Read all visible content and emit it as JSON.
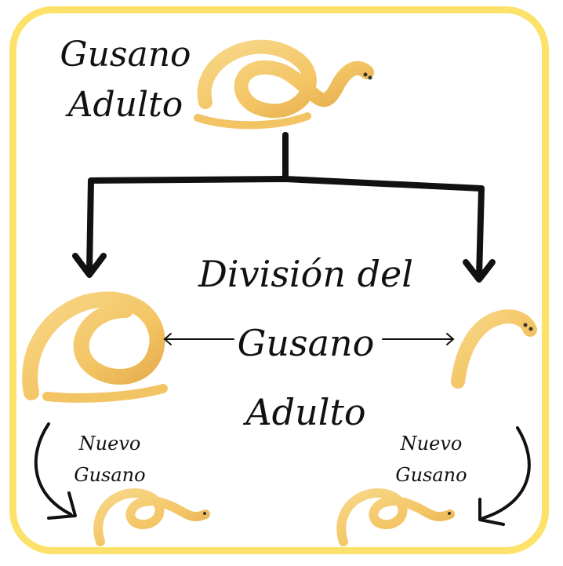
{
  "top_label": {
    "line1": "Gusano",
    "line2": "Adulto"
  },
  "center_label": {
    "line1": "División del",
    "line2": "Gusano",
    "line3": "Adulto"
  },
  "left_label": {
    "line1": "Nuevo",
    "line2": "Gusano"
  },
  "right_label": {
    "line1": "Nuevo",
    "line2": "Gusano"
  },
  "colors": {
    "frame": "#fce26a",
    "worm": "#f3c463",
    "worm_dark": "#e0a63e",
    "ink": "#111111"
  }
}
